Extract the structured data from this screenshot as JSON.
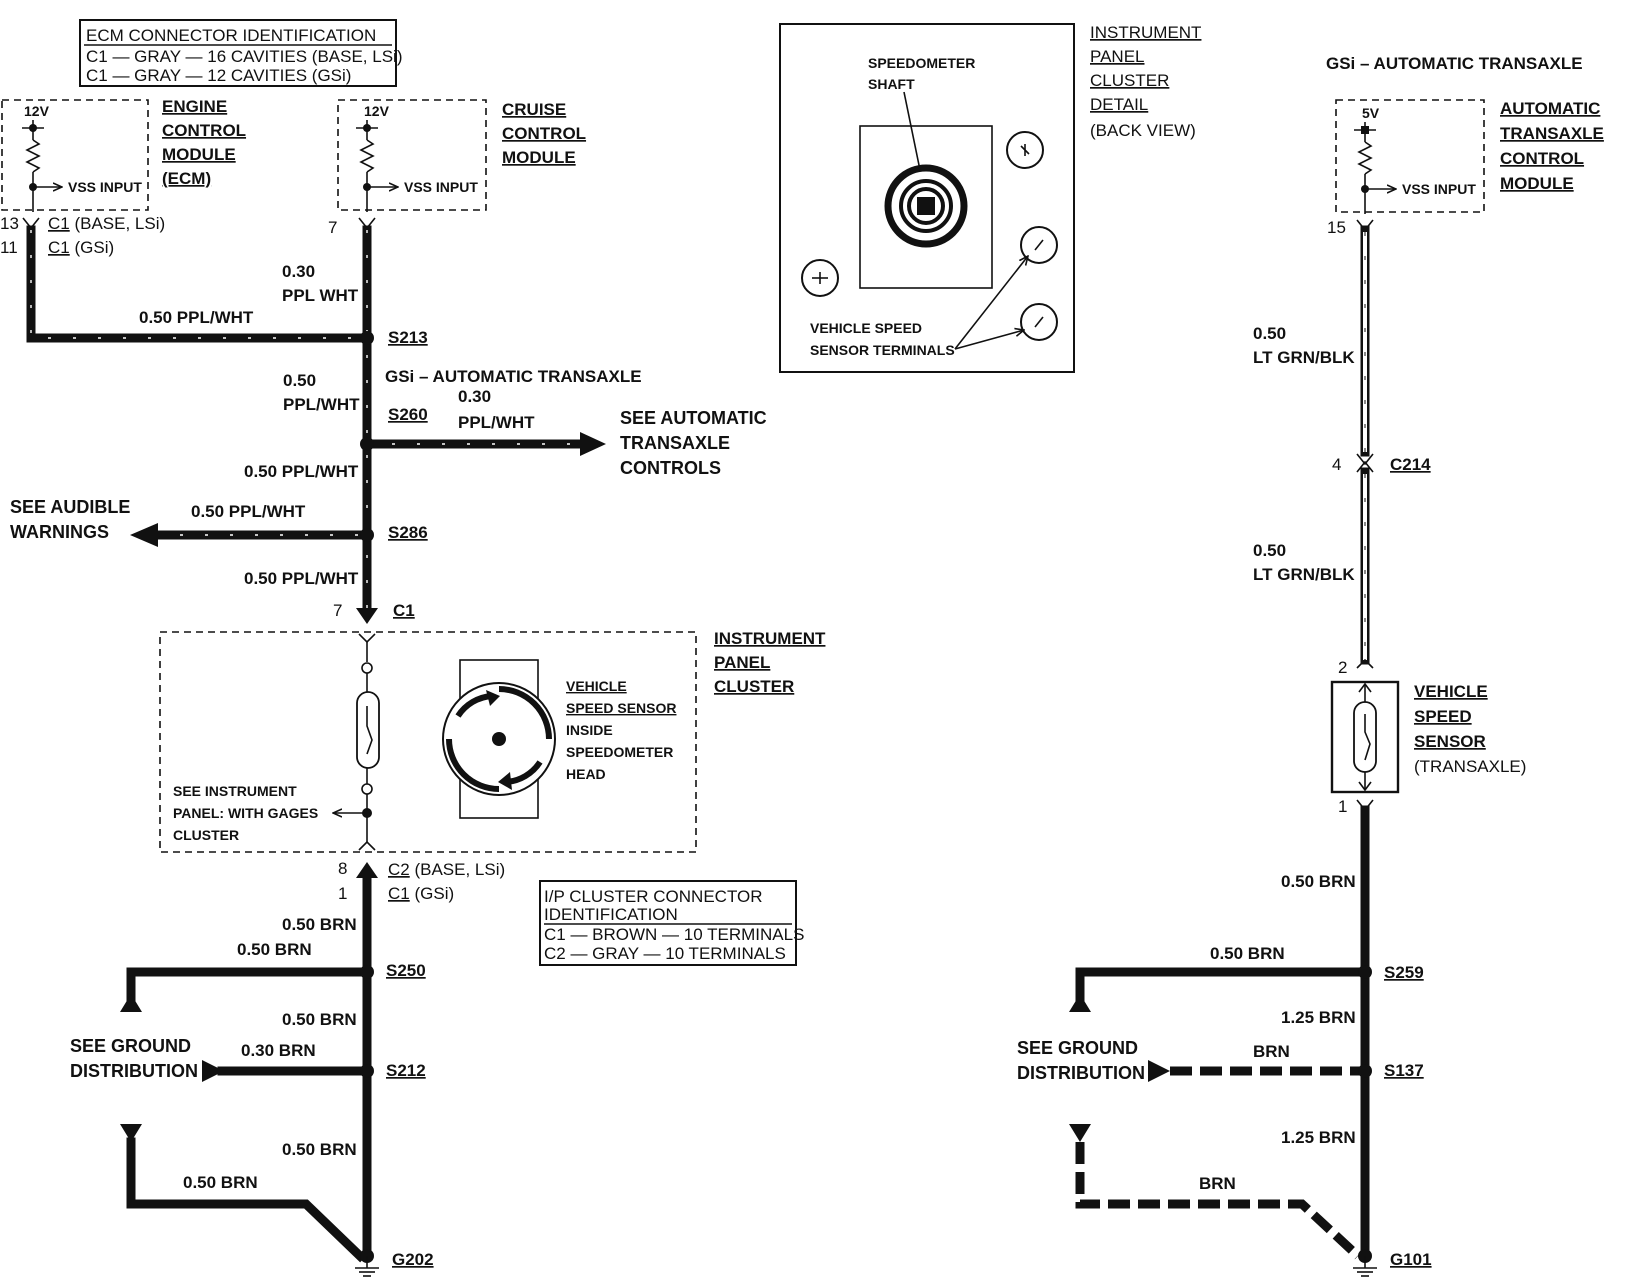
{
  "ecm_connector_id": {
    "title": "ECM CONNECTOR IDENTIFICATION",
    "line1": "C1 — GRAY — 16 CAVITIES (BASE, LSi)",
    "line2": "C1 — GRAY — 12 CAVITIES (GSi)"
  },
  "ecm": {
    "voltage": "12V",
    "input": "VSS INPUT",
    "label": [
      "ENGINE",
      "CONTROL",
      "MODULE",
      "(ECM)"
    ],
    "pin_base": "13",
    "pin_gsi": "11",
    "conn_base": "C1",
    "conn_base_note": "(BASE, LSi)",
    "conn_gsi": "C1",
    "conn_gsi_note": "(GSi)"
  },
  "cruise": {
    "voltage": "12V",
    "input": "VSS INPUT",
    "label": [
      "CRUISE",
      "CONTROL",
      "MODULE"
    ],
    "pin": "7"
  },
  "wires_left": {
    "w_ecm": "0.50 PPL/WHT",
    "w_cruise_1": "0.30",
    "w_cruise_2": "PPL WHT",
    "w_s213_s260_1": "0.50",
    "w_s213_s260_2": "PPL/WHT",
    "gsi_note": "GSi – AUTOMATIC TRANSAXLE",
    "w_trans_1": "0.30",
    "w_trans_2": "PPL/WHT",
    "see_trans": [
      "SEE AUTOMATIC",
      "TRANSAXLE",
      "CONTROLS"
    ],
    "w_s260_s286": "0.50 PPL/WHT",
    "see_audible": [
      "SEE AUDIBLE",
      "WARNINGS"
    ],
    "w_audible": "0.50 PPL/WHT",
    "w_s286_c1": "0.50 PPL/WHT",
    "c1_pin": "7",
    "c1": "C1"
  },
  "splices_left": {
    "s213": "S213",
    "s260": "S260",
    "s286": "S286",
    "s250": "S250",
    "s212": "S212",
    "g202": "G202"
  },
  "ipc": {
    "label": [
      "INSTRUMENT",
      "PANEL",
      "CLUSTER"
    ],
    "vss_label": [
      "VEHICLE",
      "SPEED SENSOR",
      "INSIDE",
      "SPEEDOMETER",
      "HEAD"
    ],
    "see_ip": [
      "SEE INSTRUMENT",
      "PANEL: WITH GAGES",
      "CLUSTER"
    ],
    "c2_pin": "8",
    "c2": "C2",
    "c2_note": "(BASE, LSi)",
    "c1_pin": "1",
    "c1": "C1",
    "c1_note": "(GSi)"
  },
  "ipc_connector_id": {
    "title": "I/P CLUSTER CONNECTOR",
    "title2": "IDENTIFICATION",
    "line1": "C1 — BROWN — 10 TERMINALS",
    "line2": "C2 — GRAY — 10 TERMINALS"
  },
  "ground_left": {
    "w1": "0.50 BRN",
    "w_s250": "0.50 BRN",
    "w2": "0.50 BRN",
    "w_s212": "0.30 BRN",
    "see_ground": [
      "SEE GROUND",
      "DISTRIBUTION"
    ],
    "w3": "0.50 BRN",
    "w_bottom": "0.50 BRN"
  },
  "detail": {
    "shaft": [
      "SPEEDOMETER",
      "SHAFT"
    ],
    "terminals": [
      "VEHICLE SPEED",
      "SENSOR TERMINALS"
    ],
    "label": [
      "INSTRUMENT",
      "PANEL",
      "CLUSTER",
      "DETAIL"
    ],
    "view": "(BACK VIEW)"
  },
  "right": {
    "title": "GSi – AUTOMATIC TRANSAXLE",
    "voltage": "5V",
    "input": "VSS INPUT",
    "tcm_label": [
      "AUTOMATIC",
      "TRANSAXLE",
      "CONTROL",
      "MODULE"
    ],
    "pin15": "15",
    "w1_1": "0.50",
    "w1_2": "LT GRN/BLK",
    "pin4": "4",
    "c214": "C214",
    "w2_1": "0.50",
    "w2_2": "LT GRN/BLK",
    "pin2": "2",
    "vss_label": [
      "VEHICLE",
      "SPEED",
      "SENSOR",
      "(TRANSAXLE)"
    ],
    "pin1": "1",
    "w3": "0.50 BRN",
    "w_s259": "0.50 BRN",
    "s259": "S259",
    "w4": "1.25 BRN",
    "w_s137": "BRN",
    "s137": "S137",
    "see_ground": [
      "SEE GROUND",
      "DISTRIBUTION"
    ],
    "w5": "1.25 BRN",
    "w_bottom": "BRN",
    "g101": "G101"
  }
}
